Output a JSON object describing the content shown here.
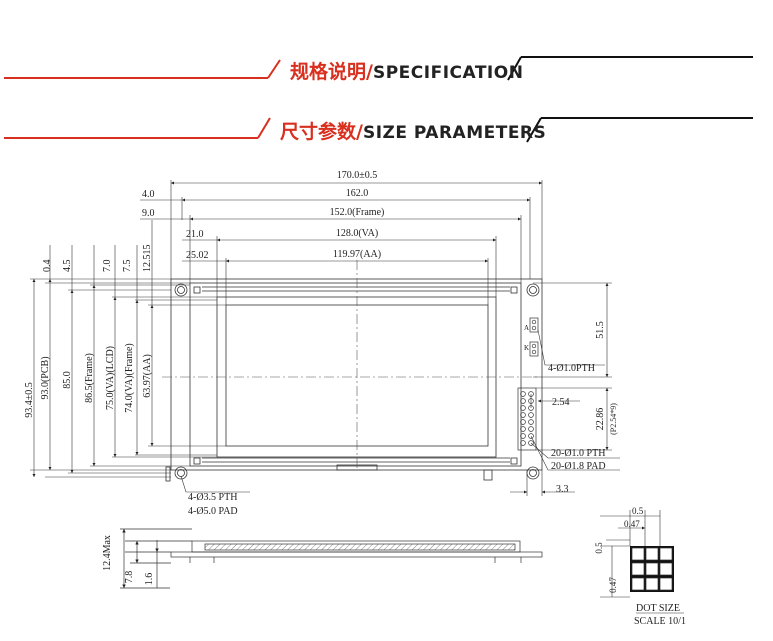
{
  "header": {
    "spec_cn": "规格说明",
    "spec_sep": "/",
    "spec_en": "SPECIFICATION",
    "size_cn": "尺寸参数",
    "size_sep": "/",
    "size_en": "SIZE PARAMETERS",
    "accent_color": "#d92f1e"
  },
  "dims_top": {
    "overall": "170.0±0.5",
    "pcb": "162.0",
    "frame": "152.0(Frame)",
    "va": "128.0(VA)",
    "aa": "119.97(AA)",
    "off_4": "4.0",
    "off_9": "9.0",
    "off_21": "21.0",
    "off_25": "25.02"
  },
  "dims_left": {
    "d04": "0.4",
    "d45": "4.5",
    "d70": "7.0",
    "d75": "7.5",
    "d12515": "12.515",
    "overall": "93.4±0.5",
    "pcb": "93.0(PCB)",
    "d85": "85.0",
    "frame": "86.5(Frame)",
    "lcd": "75.0(VA)(LCD)",
    "va_frame": "74.0(VA)(Frame)",
    "aa": "63.97(AA)"
  },
  "dims_right": {
    "d515": "51.5",
    "pth4": "4-Ø1.0PTH",
    "d254": "2.54",
    "d2286": "22.86",
    "pitch": "(P2.54*9)",
    "pth20": "20-Ø1.0 PTH",
    "pad20": "20-Ø1.8 PAD",
    "d33": "3.3",
    "pin_a": "A",
    "pin_k": "K"
  },
  "dims_bottom": {
    "pth4": "4-Ø3.5 PTH",
    "pad4": "4-Ø5.0 PAD"
  },
  "side_view": {
    "max": "12.4Max",
    "d78": "7.8",
    "d16": "1.6"
  },
  "dot": {
    "d05": "0.5",
    "d047": "0.47",
    "v05": "0.5",
    "v047": "0.47",
    "title": "DOT SIZE",
    "scale": "SCALE 10/1"
  }
}
